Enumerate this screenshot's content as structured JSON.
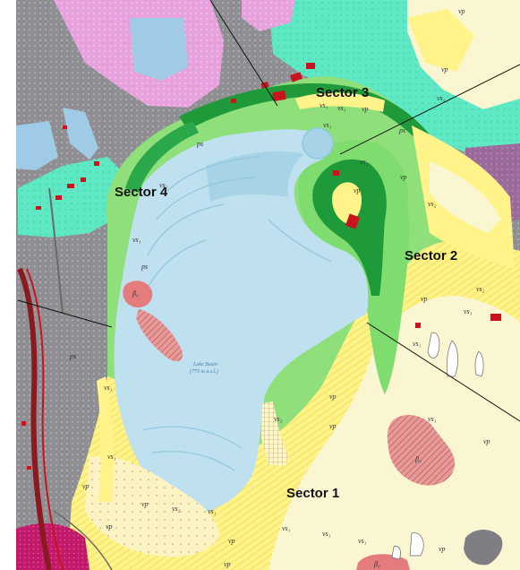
{
  "map": {
    "sectors": [
      "Sector 1",
      "Sector 2",
      "Sector 3",
      "Sector 4"
    ],
    "unit_labels": {
      "vp": "vp",
      "vs1": "vs₁",
      "vs2": "vs₂",
      "ps": "ps",
      "beta": "β₀"
    },
    "lake_label": {
      "line1": "Lake Basin",
      "line2": "(775 m a.s.l.)"
    },
    "colors": {
      "lake": "#bfe0ee",
      "volcanic_yellow": "#fff38a",
      "pale_cream": "#fbf6d2",
      "bright_green": "#7fdc6e",
      "dark_green": "#1f9a3a",
      "turquoise": "#5fe8c4",
      "grey": "#8f8f93",
      "pink": "#e7a2dd",
      "salmon": "#e47c7e",
      "magenta": "#c21a6a",
      "purple": "#9b6a9a",
      "urban_red": "#c8141e",
      "light_blue": "#9fcbe6"
    }
  }
}
